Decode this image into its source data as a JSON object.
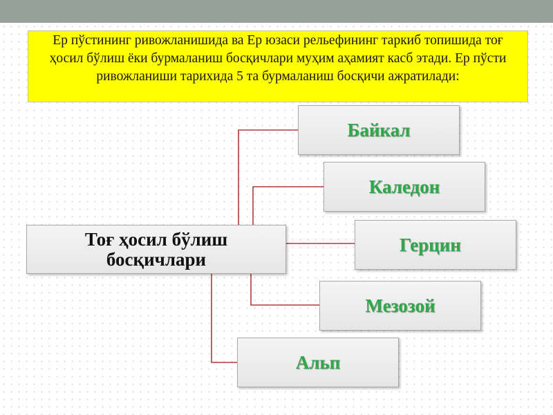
{
  "intro_text": "Ер пўстининг ривожланишида ва Ер юзаси рельефининг таркиб топишида тоғ ҳосил бўлиш ёки бурмаланиш босқичлари муҳим аҳамият касб этади. Ер пўсти ривожланиши тарихида 5 та бурмаланиш босқичи ажратилади:",
  "main_box_label": "Тоғ ҳосил бўлиш босқичлари",
  "stages": [
    {
      "label": "Байкал"
    },
    {
      "label": "Каледон"
    },
    {
      "label": "Герцин"
    },
    {
      "label": "Мезозой"
    },
    {
      "label": "Альп"
    }
  ],
  "colors": {
    "top_bar": "#95a39b",
    "intro_background": "#ffff00",
    "stage_text": "#2ea84a",
    "connector": "#b03a3a"
  }
}
